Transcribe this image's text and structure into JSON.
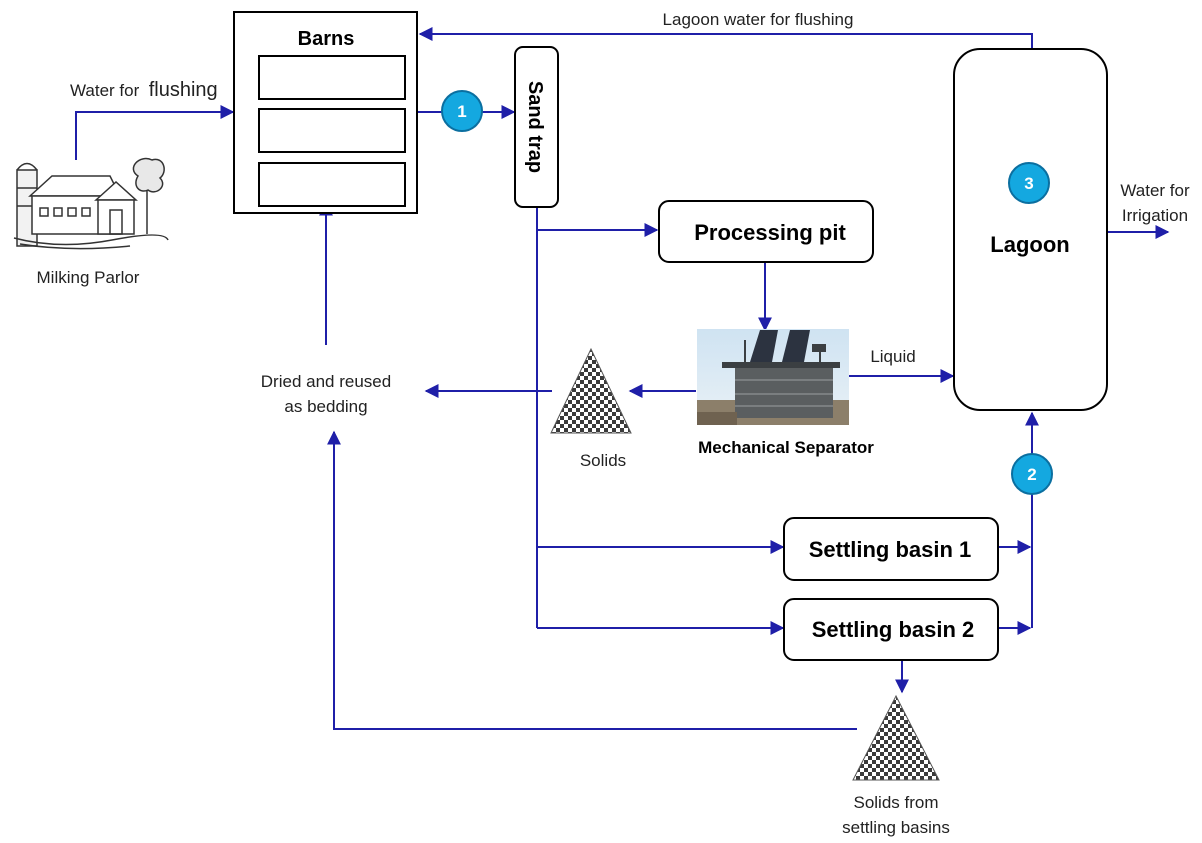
{
  "colors": {
    "flow_line": "#1f1fa8",
    "point_marker": "#14a8e0",
    "box_stroke": "#000000"
  },
  "barns": {
    "title": "Barns",
    "stalls": 3
  },
  "sand_trap": {
    "title": "Sand trap"
  },
  "processing_pit": {
    "title": "Processing pit"
  },
  "mechanical_separator": {
    "label": "Mechanical Separator",
    "icon": "separator-machine-photo"
  },
  "lagoon": {
    "title": "Lagoon"
  },
  "settling_basins": [
    {
      "title": "Settling basin 1"
    },
    {
      "title": "Settling basin 2"
    }
  ],
  "milking_parlor": {
    "label": "Milking Parlor",
    "icon": "barn-sketch-icon"
  },
  "markers": [
    {
      "number": "1"
    },
    {
      "number": "2"
    },
    {
      "number": "3"
    }
  ],
  "labels": {
    "water_for": "Water for",
    "flushing": "flushing",
    "lagoon_water": "Lagoon water for flushing",
    "liquid": "Liquid",
    "water_for_irrigation_1": "Water for",
    "water_for_irrigation_2": "Irrigation",
    "dried_reused_1": "Dried and reused",
    "dried_reused_2": "as bedding",
    "solids": "Solids",
    "solids_basins_1": "Solids from",
    "solids_basins_2": "settling basins"
  }
}
